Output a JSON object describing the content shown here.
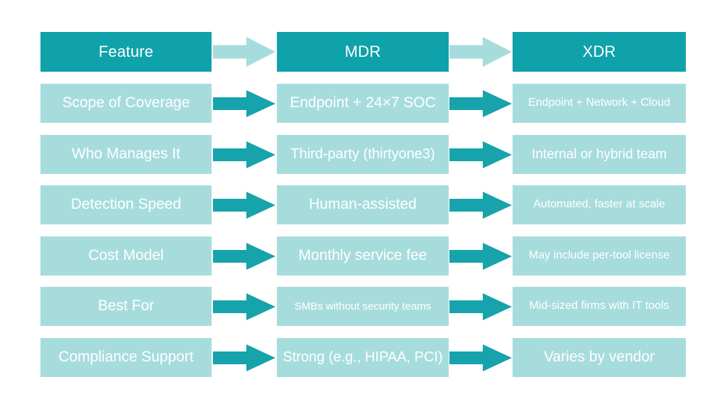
{
  "palette": {
    "header_teal": "#10A2AA",
    "body_teal": "#A7DCDD",
    "arrow_dark_teal": "#17A3AB",
    "arrow_light_teal": "#A7DCDD",
    "text_white": "#FFFFFF",
    "background": "#FFFFFF"
  },
  "columns": [
    {
      "key": "feature",
      "header": "Feature"
    },
    {
      "key": "mdr",
      "header": "MDR"
    },
    {
      "key": "xdr",
      "header": "XDR"
    }
  ],
  "header": {
    "feature": "Feature",
    "mdr": "MDR",
    "xdr": "XDR"
  },
  "rows": [
    {
      "feature": "Scope of Coverage",
      "mdr": "Endpoint + 24×7 SOC",
      "xdr": "Endpoint + Network + Cloud"
    },
    {
      "feature": "Who Manages It",
      "mdr": "Third-party (thirtyone3)",
      "xdr": "Internal or hybrid team"
    },
    {
      "feature": "Detection Speed",
      "mdr": "Human-assisted",
      "xdr": "Automated, faster at scale"
    },
    {
      "feature": "Cost Model",
      "mdr": "Monthly service fee",
      "xdr": "May include per-tool license"
    },
    {
      "feature": "Best For",
      "mdr": "SMBs without security teams",
      "xdr": "Mid-sized firms with IT tools"
    },
    {
      "feature": "Compliance Support",
      "mdr": "Strong (e.g., HIPAA, PCI)",
      "xdr": "Varies by vendor"
    }
  ],
  "arrows": {
    "icon_name": "right-arrow-icon",
    "direction": "right",
    "header_color": "#A7DCDD",
    "body_color": "#17A3AB"
  }
}
